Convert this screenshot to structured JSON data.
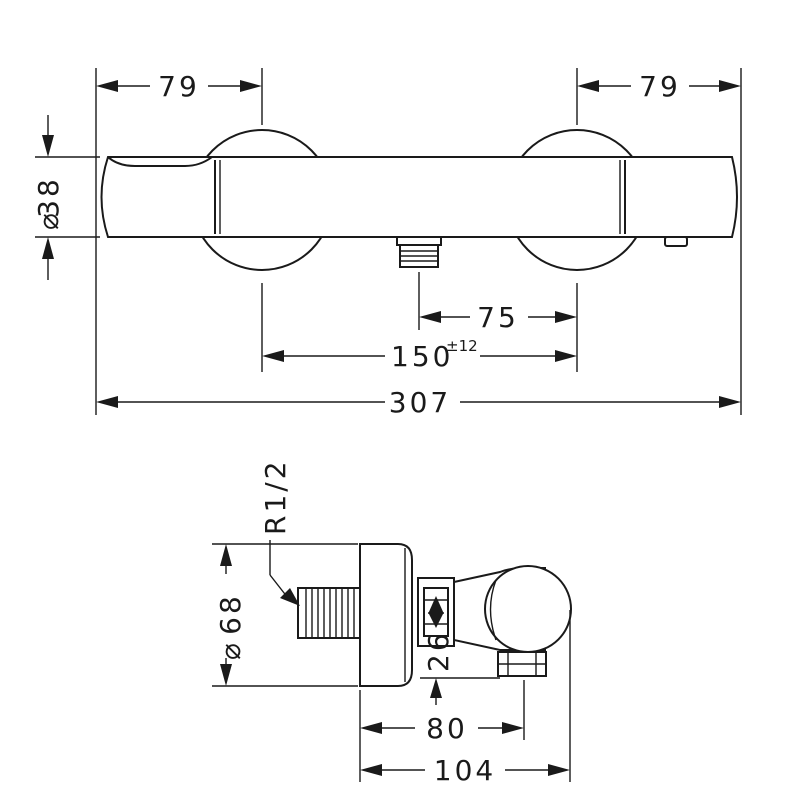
{
  "front_view": {
    "dim_left": "79",
    "dim_right": "79",
    "dim_height": "38",
    "dim_diameter_symbol": "⌀",
    "dim_inlet_offset": "75",
    "dim_centers": "150",
    "dim_centers_tolerance": "±12",
    "dim_total": "307"
  },
  "side_view": {
    "thread_label": "R1/2",
    "dim_diameter_symbol": "⌀",
    "dim_rosette": "68",
    "dim_outlet_height": "26",
    "dim_outlet_depth": "80",
    "dim_total_depth": "104"
  }
}
